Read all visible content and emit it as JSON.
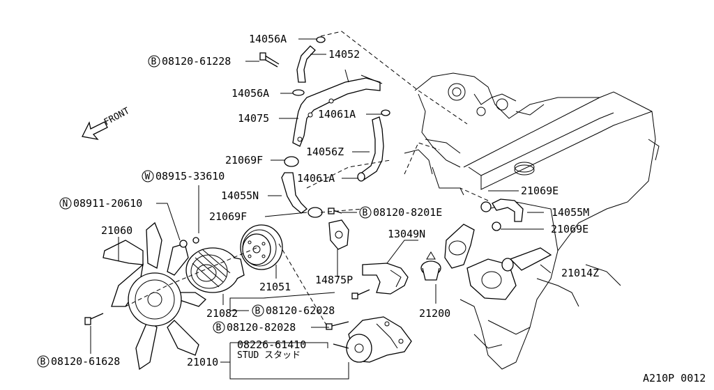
{
  "front_label": "FRONT",
  "footer_code": "A210P 0012",
  "labels": {
    "l14056A_top": "14056A",
    "l14052": "14052",
    "l08120_61228": "08120-61228",
    "l14056A_mid": "14056A",
    "l14075": "14075",
    "l14061A_top": "14061A",
    "l21069F_top": "21069F",
    "l14056Z": "14056Z",
    "l08915_33610": "08915-33610",
    "l14061A_mid": "14061A",
    "l21069E_top": "21069E",
    "l14055N": "14055N",
    "l08911_20610": "08911-20610",
    "l21069F_mid": "21069F",
    "l08120_8201E": "08120-8201E",
    "l14055M": "14055M",
    "l21060": "21060",
    "l13049N": "13049N",
    "l21069E_bot": "21069E",
    "l21051": "21051",
    "l14875P": "14875P",
    "l21014Z": "21014Z",
    "l08120_62028": "08120-62028",
    "l21200": "21200",
    "l21082": "21082",
    "l08120_82028": "08120-82028",
    "l08226_61410": "08226-61410",
    "l_stud": "STUD スタッド",
    "l21010": "21010",
    "l08120_61628": "08120-61628"
  },
  "prefixes": {
    "b": "B",
    "w": "W",
    "n": "N"
  }
}
